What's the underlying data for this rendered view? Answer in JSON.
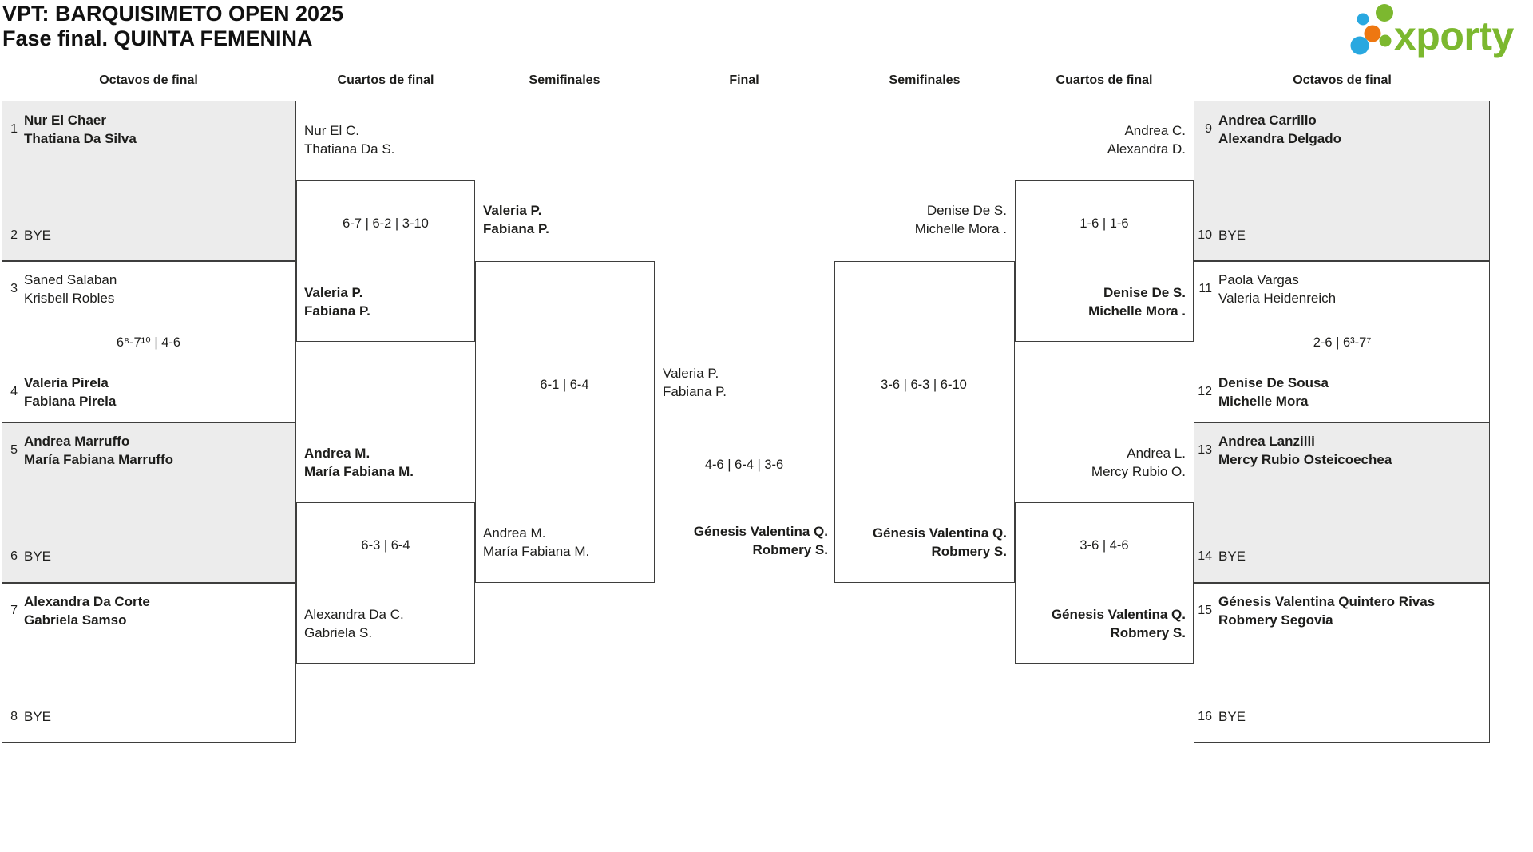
{
  "title": {
    "line1": "VPT: BARQUISIMETO OPEN 2025",
    "line2": "Fase final. QUINTA FEMENINA"
  },
  "logo": {
    "brand": "xporty",
    "green": "#7cb82f",
    "blue": "#29a8e0",
    "orange": "#ee7711"
  },
  "rounds": [
    "Octavos de final",
    "Cuartos de final",
    "Semifinales",
    "Final",
    "Semifinales",
    "Cuartos de final",
    "Octavos de final"
  ],
  "seeds": {
    "s1": {
      "n": "1",
      "l1": "Nur El Chaer",
      "l2": "Thatiana Da Silva"
    },
    "s2": {
      "n": "2",
      "bye": "BYE"
    },
    "s3": {
      "n": "3",
      "l1": "Saned Salaban",
      "l2": "Krisbell Robles"
    },
    "s4": {
      "n": "4",
      "l1": "Valeria Pirela",
      "l2": "Fabiana Pirela"
    },
    "s5": {
      "n": "5",
      "l1": "Andrea Marruffo",
      "l2": "María Fabiana Marruffo"
    },
    "s6": {
      "n": "6",
      "bye": "BYE"
    },
    "s7": {
      "n": "7",
      "l1": "Alexandra Da Corte",
      "l2": "Gabriela Samso"
    },
    "s8": {
      "n": "8",
      "bye": "BYE"
    },
    "s9": {
      "n": "9",
      "l1": "Andrea Carrillo",
      "l2": "Alexandra Delgado"
    },
    "s10": {
      "n": "10",
      "bye": "BYE"
    },
    "s11": {
      "n": "11",
      "l1": "Paola Vargas",
      "l2": "Valeria Heidenreich"
    },
    "s12": {
      "n": "12",
      "l1": "Denise De Sousa",
      "l2": "Michelle Mora"
    },
    "s13": {
      "n": "13",
      "l1": "Andrea Lanzilli",
      "l2": "Mercy Rubio Osteicoechea"
    },
    "s14": {
      "n": "14",
      "bye": "BYE"
    },
    "s15": {
      "n": "15",
      "l1": "Génesis Valentina Quintero Rivas",
      "l2": "Robmery Segovia"
    },
    "s16": {
      "n": "16",
      "bye": "BYE"
    }
  },
  "q1": {
    "a1": "Nur El C.",
    "a2": "Thatiana Da S.",
    "b1": "Valeria P.",
    "b2": "Fabiana P."
  },
  "q2": {
    "a1": "Andrea M.",
    "a2": "María Fabiana M.",
    "b1": "Alexandra Da C.",
    "b2": "Gabriela S."
  },
  "q3": {
    "a1": "Andrea C.",
    "a2": "Alexandra D.",
    "b1": "Denise De S.",
    "b2": "Michelle Mora ."
  },
  "q4": {
    "a1": "Andrea L.",
    "a2": "Mercy Rubio O.",
    "b1": "Génesis Valentina Q.",
    "b2": "Robmery S."
  },
  "sf1": {
    "a1": "Valeria P.",
    "a2": "Fabiana P.",
    "b1": "Andrea M.",
    "b2": "María Fabiana M."
  },
  "sf2": {
    "a1": "Denise De S.",
    "a2": "Michelle Mora .",
    "b1": "Génesis Valentina Q.",
    "b2": "Robmery S."
  },
  "final": {
    "a1": "Valeria P.",
    "a2": "Fabiana P.",
    "b1": "Génesis Valentina Q.",
    "b2": "Robmery S."
  },
  "scores": {
    "o2": "6⁸-7¹⁰ | 4-6",
    "o6": "2-6 | 6³-7⁷",
    "q1": "6-7 | 6-2 | 3-10",
    "q2": "6-3 | 6-4",
    "q3": "1-6 | 1-6",
    "q4": "3-6 | 4-6",
    "sf1": "6-1 | 6-4",
    "sf2": "3-6 | 6-3 | 6-10",
    "final": "4-6 | 6-4 | 3-6"
  }
}
